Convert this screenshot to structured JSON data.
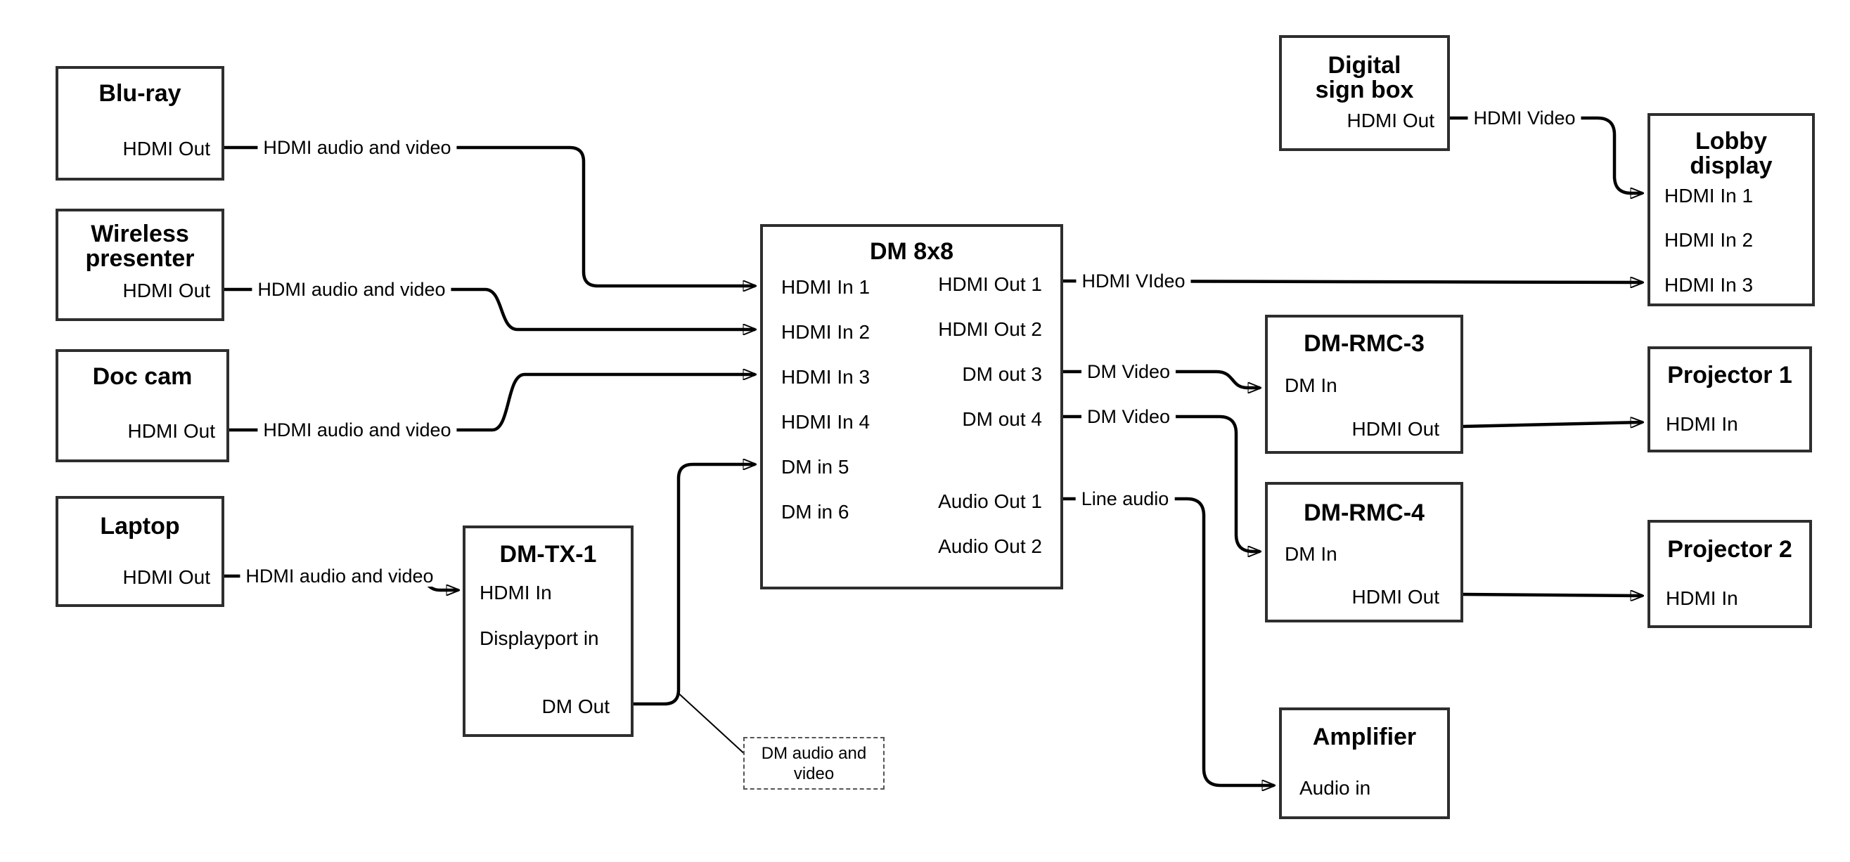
{
  "colors": {
    "background": "#ffffff",
    "wire": "#000000",
    "box_border": "#2e2e2e",
    "text": "#000000",
    "note_border": "#555555"
  },
  "nodes": {
    "bluray": {
      "title": "Blu-ray",
      "ports": {
        "hdmi_out": "HDMI Out"
      }
    },
    "wireless": {
      "title": "Wireless presenter",
      "ports": {
        "hdmi_out": "HDMI Out"
      }
    },
    "doccam": {
      "title": "Doc cam",
      "ports": {
        "hdmi_out": "HDMI Out"
      }
    },
    "laptop": {
      "title": "Laptop",
      "ports": {
        "hdmi_out": "HDMI Out"
      }
    },
    "dmtx1": {
      "title": "DM-TX-1",
      "ports": {
        "hdmi_in": "HDMI In",
        "displayport_in": "Displayport in",
        "dm_out": "DM Out"
      }
    },
    "dm8x8": {
      "title": "DM 8x8",
      "ports": {
        "hdmi_in_1": "HDMI In 1",
        "hdmi_in_2": "HDMI In 2",
        "hdmi_in_3": "HDMI In 3",
        "hdmi_in_4": "HDMI In 4",
        "dm_in_5": "DM in 5",
        "dm_in_6": "DM in 6",
        "hdmi_out_1": "HDMI Out 1",
        "hdmi_out_2": "HDMI Out 2",
        "dm_out_3": "DM out 3",
        "dm_out_4": "DM out 4",
        "audio_out_1": "Audio Out 1",
        "audio_out_2": "Audio Out 2"
      }
    },
    "digital_sign_box": {
      "title": "Digital sign box",
      "ports": {
        "hdmi_out": "HDMI Out"
      }
    },
    "lobby_display": {
      "title": "Lobby display",
      "ports": {
        "hdmi_in_1": "HDMI In 1",
        "hdmi_in_2": "HDMI In 2",
        "hdmi_in_3": "HDMI In 3"
      }
    },
    "dm_rmc_3": {
      "title": "DM-RMC-3",
      "ports": {
        "dm_in": "DM In",
        "hdmi_out": "HDMI Out"
      }
    },
    "projector_1": {
      "title": "Projector 1",
      "ports": {
        "hdmi_in": "HDMI In"
      }
    },
    "dm_rmc_4": {
      "title": "DM-RMC-4",
      "ports": {
        "dm_in": "DM In",
        "hdmi_out": "HDMI Out"
      }
    },
    "projector_2": {
      "title": "Projector 2",
      "ports": {
        "hdmi_in": "HDMI In"
      }
    },
    "amplifier": {
      "title": "Amplifier",
      "ports": {
        "audio_in": "Audio in"
      }
    }
  },
  "edge_labels": {
    "bluray_to_dm8x8": "HDMI audio and video",
    "wireless_to_dm8x8": "HDMI audio and video",
    "doccam_to_dm8x8": "HDMI audio and video",
    "laptop_to_dmtx1": "HDMI audio and video",
    "dm8x8_out1_to_lobby": "HDMI VIdeo",
    "sign_to_lobby": "HDMI Video",
    "dm8x8_out3_to_rmc3": "DM Video",
    "dm8x8_out4_to_rmc4": "DM Video",
    "dm8x8_audio1_to_amp": "Line audio"
  },
  "note": {
    "text": "DM audio and video"
  }
}
